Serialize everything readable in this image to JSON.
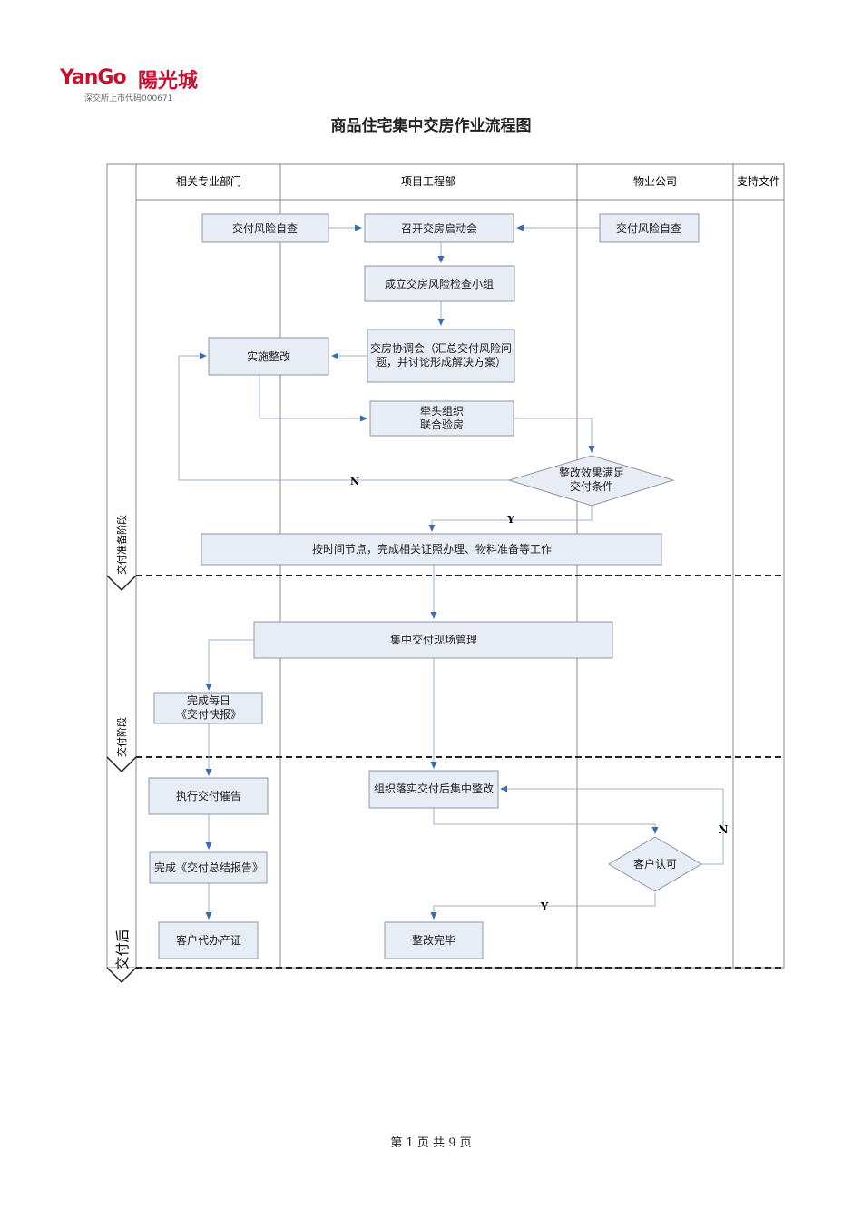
{
  "logo": {
    "brand": "YanGo",
    "cn": "陽光城",
    "sub": "深交所上市代码000671"
  },
  "title": "商品住宅集中交房作业流程图",
  "lanes": [
    "相关专业部门",
    "项目工程部",
    "物业公司",
    "支持文件"
  ],
  "phases": [
    "交付准备阶段",
    "交付阶段",
    "交付后"
  ],
  "nodes": {
    "self_check_left": "交付风险自查",
    "kickoff": "召开交房启动会",
    "self_check_right": "交付风险自查",
    "risk_team": "成立交房风险检查小组",
    "coord_line1": "交房协调会（汇总交付风险问",
    "coord_line2": "题，并讨论形成解决方案）",
    "rectify": "实施整改",
    "joint_line1": "牵头组织",
    "joint_line2": "联合验房",
    "decision_line1": "整改效果满足",
    "decision_line2": "交付条件",
    "prepare": "按时间节点，完成相关证照办理、物料准备等工作",
    "onsite": "集中交付现场管理",
    "daily_line1": "完成每日",
    "daily_line2": "《交付快报》",
    "urge": "执行交付催告",
    "summary": "完成《交付总结报告》",
    "proxy": "客户代办产证",
    "post_rectify": "组织落实交付后集中整改",
    "accept": "客户认可",
    "done": "整改完毕"
  },
  "edge_labels": {
    "n1": "N",
    "y1": "Y",
    "n2": "N",
    "y2": "Y"
  },
  "footer": "第 1 页 共 9 页",
  "colors": {
    "box_fill": "#e8ecf5",
    "box_stroke": "#8d96ab",
    "arrow": "#3a6cb4",
    "line": "#9fb0c9",
    "logo_red": "#c8102e"
  }
}
